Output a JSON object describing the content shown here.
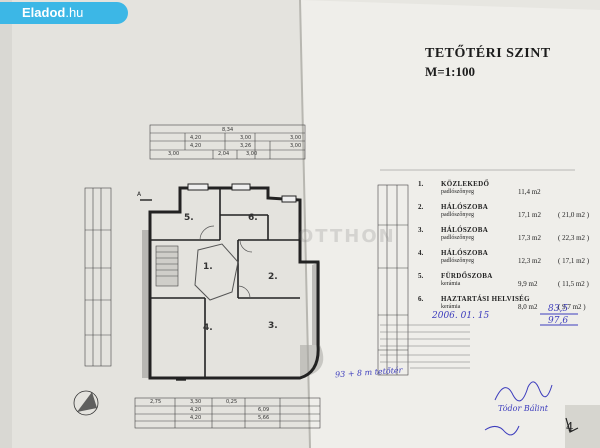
{
  "brand": {
    "name": "Eladod",
    "suffix": ".hu"
  },
  "plan": {
    "title": "TETŐTÉRI SZINT",
    "scale": "M=1:100",
    "watermark": "OTTHON"
  },
  "rooms": [
    {
      "num": "1.",
      "name": "KÖZLEKEDŐ",
      "material": "padlószőnyeg",
      "area": "11,4 m2",
      "area_alt": ""
    },
    {
      "num": "2.",
      "name": "HÁLÓSZOBA",
      "material": "padlószőnyeg",
      "area": "17,1 m2",
      "area_alt": "( 21,0 m2 )"
    },
    {
      "num": "3.",
      "name": "HÁLÓSZOBA",
      "material": "padlószőnyeg",
      "area": "17,3 m2",
      "area_alt": "( 22,3 m2 )"
    },
    {
      "num": "4.",
      "name": "HÁLÓSZOBA",
      "material": "padlószőnyeg",
      "area": "12,3 m2",
      "area_alt": "( 17,1 m2 )"
    },
    {
      "num": "5.",
      "name": "FÜRDŐSZOBA",
      "material": "kerámia",
      "area": "9,9 m2",
      "area_alt": "( 11,5 m2 )"
    },
    {
      "num": "6.",
      "name": "HAZTARTÁSI HELVISÉG",
      "material": "kerámia",
      "area": "8,0 m2",
      "area_alt": "( 9,7 m2 )"
    }
  ],
  "room_labels": [
    "1.",
    "2.",
    "3.",
    "4.",
    "5.",
    "6."
  ],
  "top_dims": [
    "8,34",
    "4,20",
    "3,00",
    "3,00",
    "4,20",
    "3,26",
    "3,00",
    "3,00",
    "2,04",
    "3,00"
  ],
  "bottom_dims": [
    "2,75",
    "3,30",
    "0,25",
    "4,20",
    "6,09",
    "4,20",
    "5,66"
  ],
  "handwriting": {
    "note_mid": "93 + 8 m tetőtér",
    "date": "2006. 01. 15",
    "sums": [
      "83,5",
      "97,6"
    ],
    "signature": "Tódor Bálint"
  },
  "page_number": "4",
  "colors": {
    "brand": "#3cb7e6",
    "paper": "#ecebe6",
    "ink": "#2a2a2a",
    "handwriting": "#3d3dbd"
  }
}
